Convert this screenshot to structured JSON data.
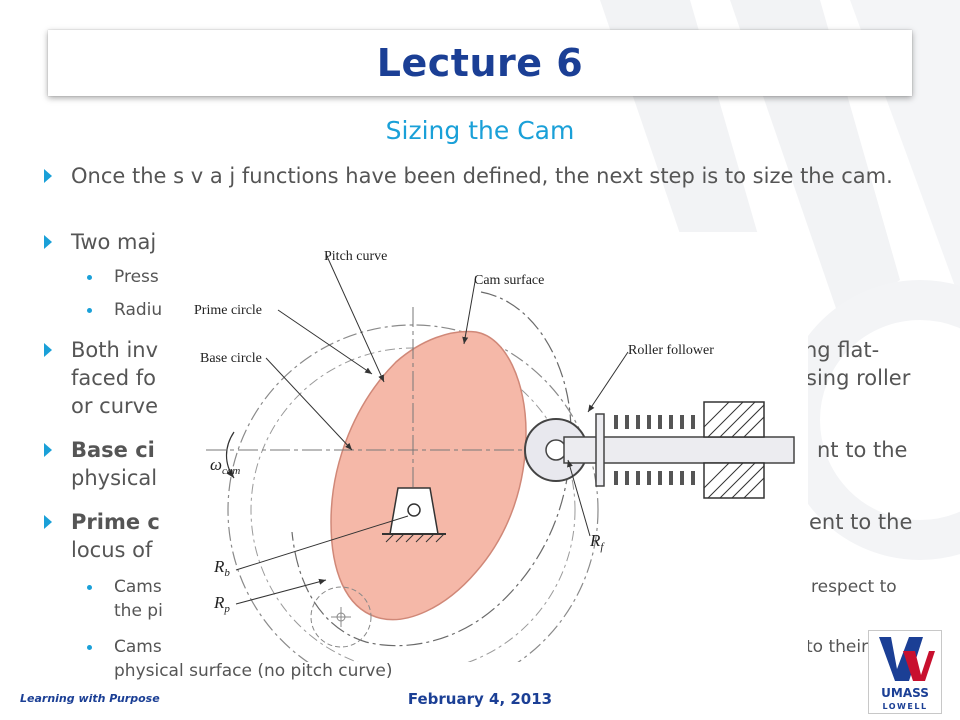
{
  "slide": {
    "title": "Lecture 6",
    "subtitle": "Sizing the Cam",
    "footer_left": "Learning with Purpose",
    "footer_date": "February 4, 2013"
  },
  "bullets": [
    {
      "text": "Once the s v a j functions have been defined, the next step is to size the cam."
    },
    {
      "text": "Two maj"
    },
    {
      "text": "Both inv",
      "tail": "ng flat-"
    },
    {
      "tail": "sing roller"
    }
  ],
  "sub_bullets": [
    {
      "text": "Press"
    },
    {
      "text": "Radiu"
    }
  ],
  "lines": {
    "faced_fo": "faced fo",
    "or_curve": "or curve",
    "base_ci": "Base ci",
    "nt_to_the": "nt to the",
    "physical": "physical",
    "prime_c": "Prime c",
    "ent_to_the": "ent to the",
    "locus_of": "locus of",
    "cams_1": "Cams",
    "respect_to": "respect to",
    "the_pi": "the pi",
    "cams_2": "Cams",
    "to_their": "to their",
    "physical_surface": "physical surface (no pitch curve)"
  },
  "figure": {
    "labels": {
      "pitch_curve": "Pitch curve",
      "cam_surface": "Cam surface",
      "prime_circle": "Prime circle",
      "base_circle": "Base circle",
      "roller_follower": "Roller follower",
      "omega": "ω",
      "omega_sub": "cam",
      "rb": "R",
      "rb_sub": "b",
      "rp": "R",
      "rp_sub": "p",
      "rf": "R",
      "rf_sub": "f"
    },
    "colors": {
      "cam_fill": "#f5b8a8",
      "cam_stroke": "#d08878"
    }
  },
  "logo": {
    "line1": "UMASS",
    "line2": "LOWELL"
  },
  "colors": {
    "title": "#1b3f95",
    "accent": "#1aa0d8",
    "text": "#555555"
  }
}
